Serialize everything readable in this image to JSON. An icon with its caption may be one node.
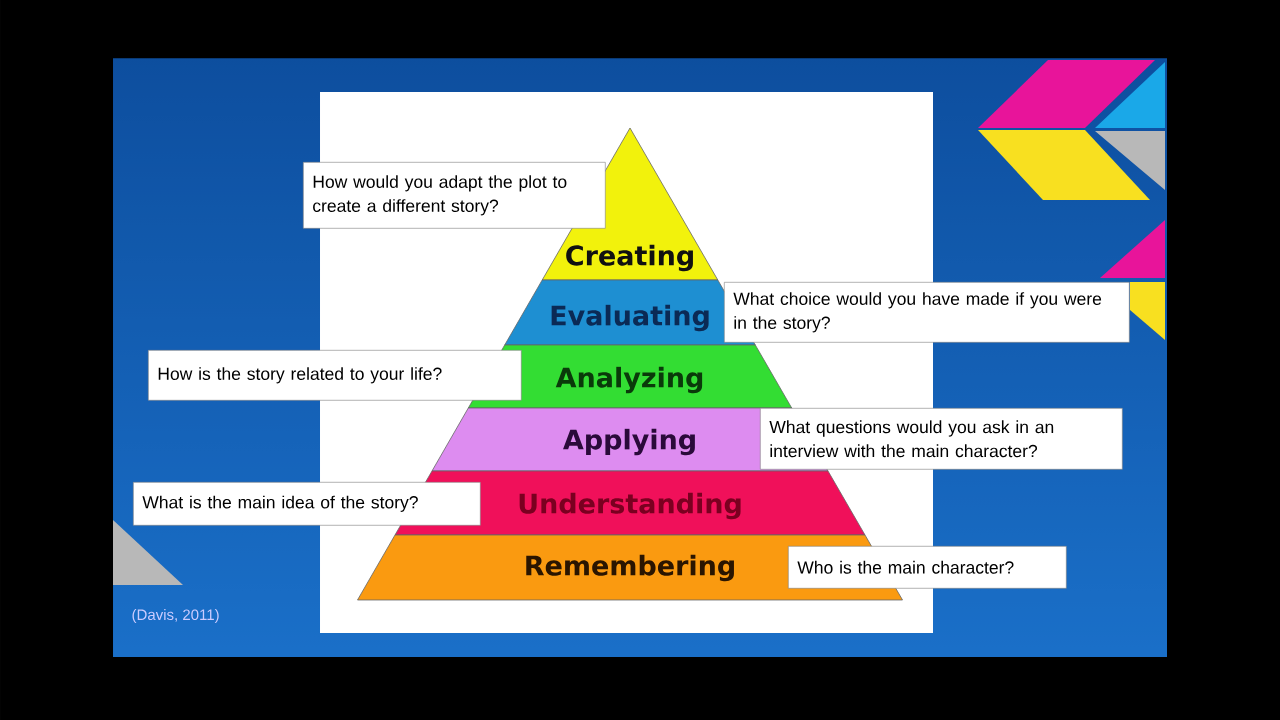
{
  "diagram": {
    "nodes": [
      {
        "text": [
          "Creating"
        ]
      },
      {
        "text": [
          "Evaluating"
        ]
      },
      {
        "text": [
          "Analyzing"
        ]
      },
      {
        "text": [
          "Applying"
        ]
      },
      {
        "text": [
          "Understanding"
        ]
      },
      {
        "text": [
          "Remembering"
        ]
      },
      {
        "text": [
          "How would you adapt the plot to create a different story?"
        ]
      },
      {
        "text": [
          "What choice would you have made if you were in the story?"
        ]
      },
      {
        "text": [
          "How is the story related to your life?"
        ]
      },
      {
        "text": [
          "What questions would you ask in an interview with the main character?"
        ]
      },
      {
        "text": [
          "What is the main idea of the story?"
        ]
      },
      {
        "text": [
          "Who is the main character?"
        ]
      }
    ],
    "labels": [
      "(Davis, 2011)"
    ]
  }
}
